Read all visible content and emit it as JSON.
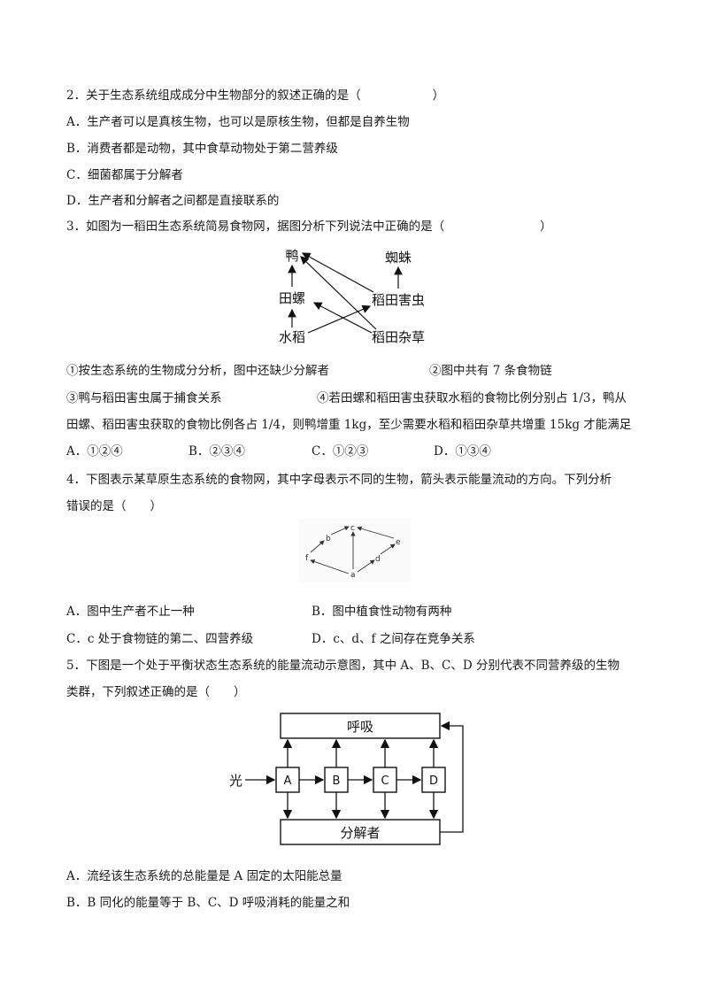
{
  "q2": {
    "stem": "2．关于生态系统组成成分中生物部分的叙述正确的是（　　　　　　）",
    "a": "A．生产者可以是真核生物，也可以是原核生物，但都是自养生物",
    "b": "B．消费者都是动物，其中食草动物处于第二营养级",
    "c": "C．细菌都属于分解者",
    "d": "D．生产者和分解者之间都是直接联系的"
  },
  "q3": {
    "stem": "3．如图为一稻田生态系统简易食物网，据图分析下列说法中正确的是（　　　　　　　　）",
    "diagram": {
      "duck": "鸭",
      "spider": "蜘蛛",
      "snail": "田螺",
      "pest": "稻田害虫",
      "rice": "水稻",
      "weed": "稻田杂草"
    },
    "s1": "①按生态系统的生物成分分析，图中还缺少分解者",
    "s2": "②图中共有 7 条食物链",
    "s3": "③鸭与稻田害虫属于捕食关系",
    "s4a": "④若田螺和稻田害虫获取水稻的食物比例分别占 1/3，鸭从",
    "s4b": "田螺、稻田害虫获取的食物比例各占 1/4，则鸭增重 1kg，至少需要水稻和稻田杂草共增重 15kg 才能满足",
    "options": [
      "A．①②④",
      "B．②③④",
      "C．①②③",
      "D．①③④"
    ]
  },
  "q4": {
    "stem1": "4．下图表示某草原生态系统的食物网，其中字母表示不同的生物，箭头表示能量流动的方向。下列分析",
    "stem2": "错误的是（　　）",
    "labels": {
      "a": "a",
      "b": "b",
      "c": "c",
      "d": "d",
      "e": "e",
      "f": "f"
    },
    "a": "A．图中生产者不止一种",
    "b": "B．图中植食性动物有两种",
    "c": "C．c 处于食物链的第二、四营养级",
    "d": "D．c、d、f 之间存在竞争关系"
  },
  "q5": {
    "stem1": "5．下图是一个处于平衡状态生态系统的能量流动示意图，其中 A、B、C、D 分别代表不同营养级的生物",
    "stem2": "类群，下列叙述正确的是（　　）",
    "diagram": {
      "resp": "呼吸",
      "decomp": "分解者",
      "light": "光",
      "A": "A",
      "B": "B",
      "C": "C",
      "D": "D"
    },
    "a": "A．流经该生态系统的总能量是 A 固定的太阳能总量",
    "b": "B．B 同化的能量等于 B、C、D 呼吸消耗的能量之和"
  }
}
